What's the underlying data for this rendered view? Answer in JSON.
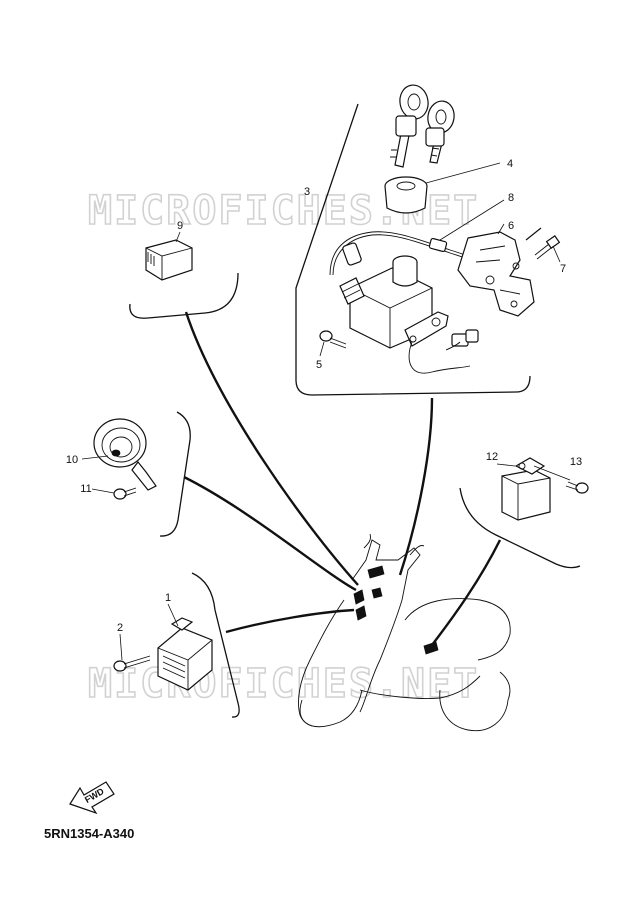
{
  "diagram_code": "5RN1354-A340",
  "watermark": "MICROFICHES.NET",
  "direction_arrow_label": "FWD",
  "callouts": [
    {
      "id": "1",
      "label": "1"
    },
    {
      "id": "2",
      "label": "2"
    },
    {
      "id": "3",
      "label": "3"
    },
    {
      "id": "4",
      "label": "4"
    },
    {
      "id": "5",
      "label": "5"
    },
    {
      "id": "6",
      "label": "6"
    },
    {
      "id": "7",
      "label": "7"
    },
    {
      "id": "8",
      "label": "8"
    },
    {
      "id": "9",
      "label": "9"
    },
    {
      "id": "10",
      "label": "10"
    },
    {
      "id": "11",
      "label": "11"
    },
    {
      "id": "12",
      "label": "12"
    },
    {
      "id": "13",
      "label": "13"
    }
  ]
}
